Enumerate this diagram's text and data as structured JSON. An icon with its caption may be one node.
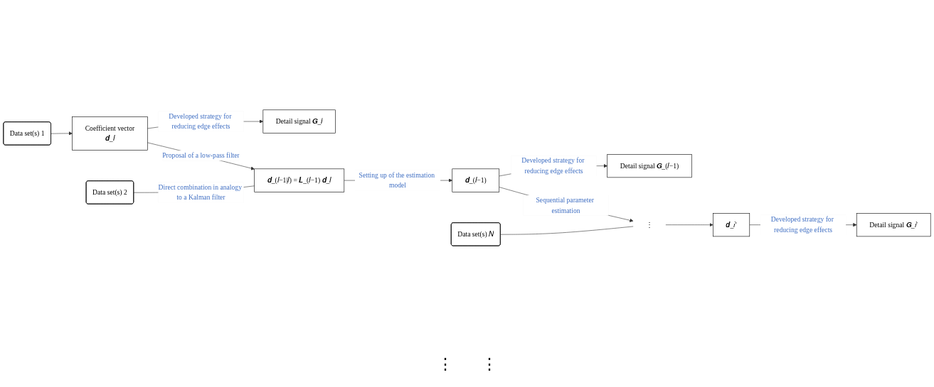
{
  "diagram": {
    "nodes": [
      {
        "text": [
          "Data set(s) 1"
        ]
      },
      {
        "text": [
          "Coefficient vector",
          "𝒅_𝐼"
        ]
      },
      {
        "text": [
          "Detail signal 𝑮_𝐼"
        ]
      },
      {
        "text": [
          "Data set(s) 2"
        ]
      },
      {
        "text": [
          "𝒅_(𝐼−1|𝐼) = 𝑳_(𝐼−1) 𝒅_𝐼"
        ]
      },
      {
        "text": [
          "𝒅_(𝐼−1)"
        ]
      },
      {
        "text": [
          "Detail signal 𝑮_(𝐼−1)"
        ]
      },
      {
        "text": [
          "Data set(s) 𝑁"
        ]
      },
      {
        "text": [
          "⋮"
        ]
      },
      {
        "text": [
          "𝒅_𝑖′"
        ]
      },
      {
        "text": [
          "Detail signal 𝑮_𝑖′"
        ]
      }
    ],
    "edges": [
      {
        "from": 0,
        "to": 1,
        "arrow": "to"
      },
      {
        "from": 1,
        "to": 2,
        "arrow": "to",
        "label": "Developed strategy for reducing edge effects"
      },
      {
        "from": 1,
        "to": 4,
        "arrow": "to",
        "label": "Proposal of a low-pass filter"
      },
      {
        "from": 3,
        "to": 4,
        "arrow": "none",
        "label": "Direct combination in analogy to a Kalman filter"
      },
      {
        "from": 4,
        "to": 5,
        "arrow": "to",
        "label": "Setting up of the estimation model"
      },
      {
        "from": 5,
        "to": 6,
        "arrow": "to",
        "label": "Developed strategy for reducing edge effects"
      },
      {
        "from": 5,
        "to": 8,
        "arrow": "to",
        "label": "Sequential parameter estimation"
      },
      {
        "from": 7,
        "to": 8,
        "arrow": "none"
      },
      {
        "from": 8,
        "to": 9,
        "arrow": "to"
      },
      {
        "from": 9,
        "to": 10,
        "arrow": "to",
        "label": "Developed strategy for reducing edge effects"
      }
    ],
    "labels": [
      "⋮",
      "⋮"
    ]
  }
}
